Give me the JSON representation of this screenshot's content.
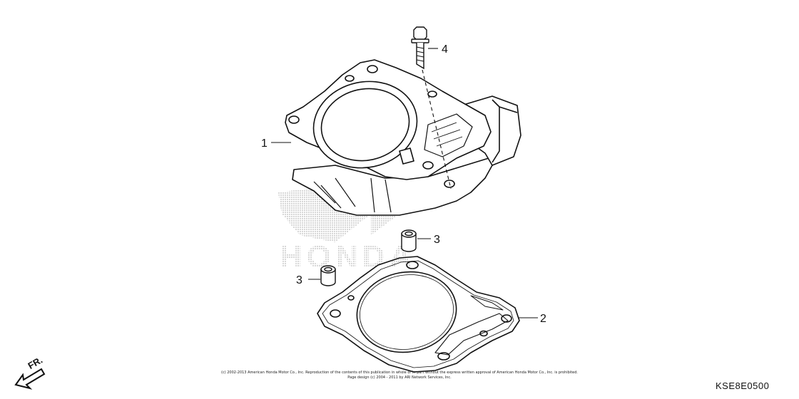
{
  "callouts": {
    "part1": "1",
    "part2": "2",
    "part3_right": "3",
    "part3_left": "3",
    "part4": "4"
  },
  "watermark": {
    "text": "HONDA"
  },
  "orientation": {
    "label": "FR."
  },
  "copyright": {
    "line1": "(c) 2002-2013 American Honda Motor Co., Inc. Reproduction of the contents of this publication in whole or in part without the express written approval of American Honda Motor Co., Inc. is prohibited.",
    "line2": "Page design (c) 2004 - 2011 by ARI Network Services, Inc."
  },
  "diagram_code": "KSE8E0500"
}
